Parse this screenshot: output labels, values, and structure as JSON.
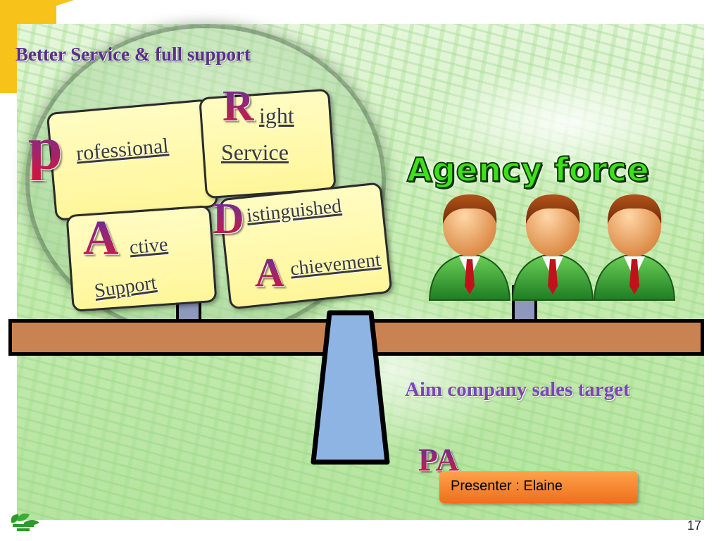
{
  "slide": {
    "title": "Better Service & full support",
    "page_number": "17"
  },
  "cards": {
    "professional": {
      "initial": "p",
      "text": "rofessional"
    },
    "right": {
      "initial": "R",
      "text": "ight",
      "line2": "Service"
    },
    "active": {
      "initial": "A",
      "text": "ctive",
      "line2": "Support"
    },
    "distinguished": {
      "initial": "D",
      "text": "istinguished",
      "line2_initial": "A",
      "line2_text": "chievement"
    }
  },
  "agency": {
    "label": "Agency force",
    "people_count": 3
  },
  "aim_label": "Aim company sales target",
  "pa_label": "PA",
  "presenter_label": "Presenter : Elaine",
  "colors": {
    "accent_yellow": "#f7c31b",
    "beam": "#c98352",
    "fulcrum": "#8eb4e3",
    "title_purple": "#5b2d8f",
    "agency_green": "#3ee01a",
    "presenter_orange": "#f58a33"
  }
}
